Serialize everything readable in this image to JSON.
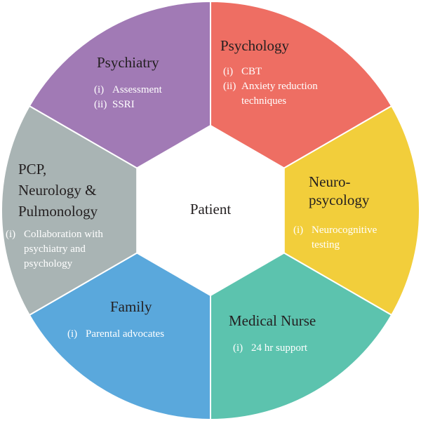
{
  "center_label": "Patient",
  "sectors": [
    {
      "key": "psychology",
      "title": "Psychology",
      "color": "#EE6E63",
      "items": [
        {
          "num": "(i)",
          "text": "CBT"
        },
        {
          "num": "(ii)",
          "text": "Anxiety reduction techniques"
        }
      ]
    },
    {
      "key": "neuropsychology",
      "title": "Neuro-psycology",
      "title_lines": [
        "Neuro-",
        "psycology"
      ],
      "color": "#F2CE3B",
      "items": [
        {
          "num": "(i)",
          "text": "Neurocognitive testing"
        }
      ]
    },
    {
      "key": "medical-nurse",
      "title": "Medical Nurse",
      "color": "#5CC3AE",
      "items": [
        {
          "num": "(i)",
          "text": "24 hr support"
        }
      ]
    },
    {
      "key": "family",
      "title": "Family",
      "color": "#5AA8DC",
      "items": [
        {
          "num": "(i)",
          "text": "Parental advocates"
        }
      ]
    },
    {
      "key": "pcp",
      "title": "PCP, Neurology & Pulmonology",
      "title_lines": [
        "PCP,",
        "Neurology &",
        "Pulmonology"
      ],
      "color": "#A9B4B4",
      "items": [
        {
          "num": "(i)",
          "text": "Collaboration with psychiatry and psychology"
        }
      ]
    },
    {
      "key": "psychiatry",
      "title": "Psychiatry",
      "color": "#A17AB5",
      "items": [
        {
          "num": "(i)",
          "text": "Assessment"
        },
        {
          "num": "(ii)",
          "text": "SSRI"
        }
      ]
    }
  ]
}
